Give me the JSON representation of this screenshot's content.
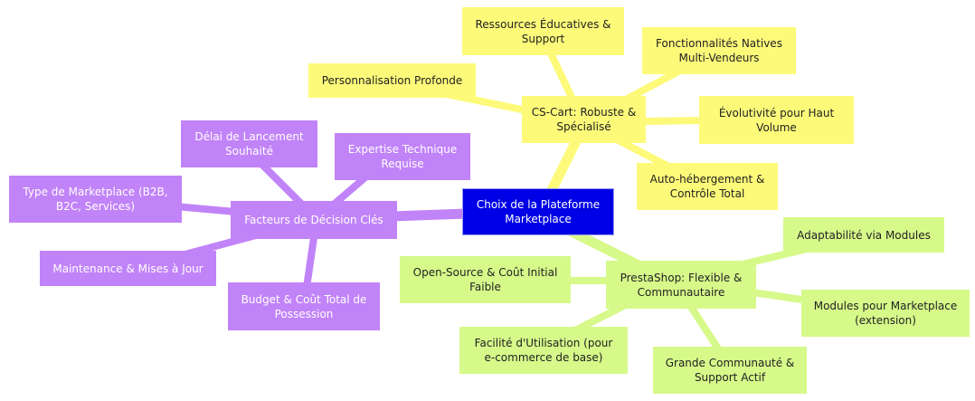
{
  "diagram": {
    "type": "mindmap",
    "root": {
      "id": "root",
      "label": "Choix de la Plateforme Marketplace"
    },
    "colors": {
      "root": "#0000e6",
      "facteurs": "#c183f8",
      "cscart": "#fdfa7a",
      "prestashop": "#d6f98a"
    },
    "branches": [
      {
        "id": "facteurs",
        "label": "Facteurs de Décision Clés",
        "children": [
          {
            "id": "f1",
            "label": "Délai de Lancement Souhaité"
          },
          {
            "id": "f2",
            "label": "Expertise Technique Requise"
          },
          {
            "id": "f3",
            "label": "Type de Marketplace (B2B, B2C, Services)"
          },
          {
            "id": "f4",
            "label": "Maintenance & Mises à Jour"
          },
          {
            "id": "f5",
            "label": "Budget & Coût Total de Possession"
          }
        ]
      },
      {
        "id": "cscart",
        "label": "CS-Cart: Robuste & Spécialisé",
        "children": [
          {
            "id": "c1",
            "label": "Ressources Éducatives & Support"
          },
          {
            "id": "c2",
            "label": "Fonctionnalités Natives Multi-Vendeurs"
          },
          {
            "id": "c3",
            "label": "Personnalisation Profonde"
          },
          {
            "id": "c4",
            "label": "Évolutivité pour Haut Volume"
          },
          {
            "id": "c5",
            "label": "Auto-hébergement & Contrôle Total"
          }
        ]
      },
      {
        "id": "prestashop",
        "label": "PrestaShop: Flexible & Communautaire",
        "children": [
          {
            "id": "p1",
            "label": "Adaptabilité via Modules"
          },
          {
            "id": "p2",
            "label": "Open-Source & Coût Initial Faible"
          },
          {
            "id": "p3",
            "label": "Modules pour Marketplace (extension)"
          },
          {
            "id": "p4",
            "label": "Facilité d'Utilisation (pour e-commerce de base)"
          },
          {
            "id": "p5",
            "label": "Grande Communauté & Support Actif"
          }
        ]
      }
    ]
  }
}
